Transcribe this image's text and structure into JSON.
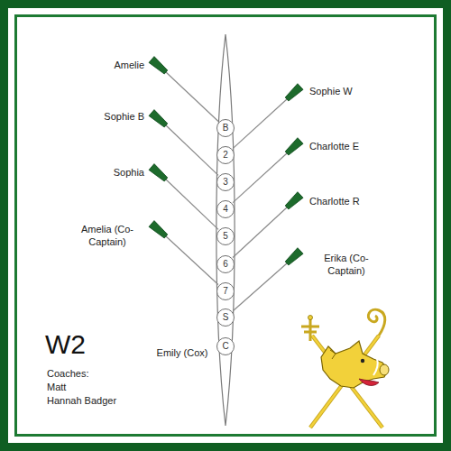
{
  "diagram": {
    "title": "W2",
    "nodes": [
      {
        "text": [
          "B"
        ]
      },
      {
        "text": [
          "2"
        ]
      },
      {
        "text": [
          "3"
        ]
      },
      {
        "text": [
          "4"
        ]
      },
      {
        "text": [
          "5"
        ]
      },
      {
        "text": [
          "6"
        ]
      },
      {
        "text": [
          "7"
        ]
      },
      {
        "text": [
          "S"
        ]
      },
      {
        "text": [
          "C"
        ]
      }
    ],
    "labels": [
      "Amelie",
      "Sophie W",
      "Sophie B",
      "Charlotte E",
      "Sophia",
      "Charlotte R",
      "Amelia (Co-Captain)",
      "Erika (Co-Captain)",
      "Emily (Cox)",
      "Coaches:",
      "Matt",
      "Hannah Badger"
    ]
  }
}
